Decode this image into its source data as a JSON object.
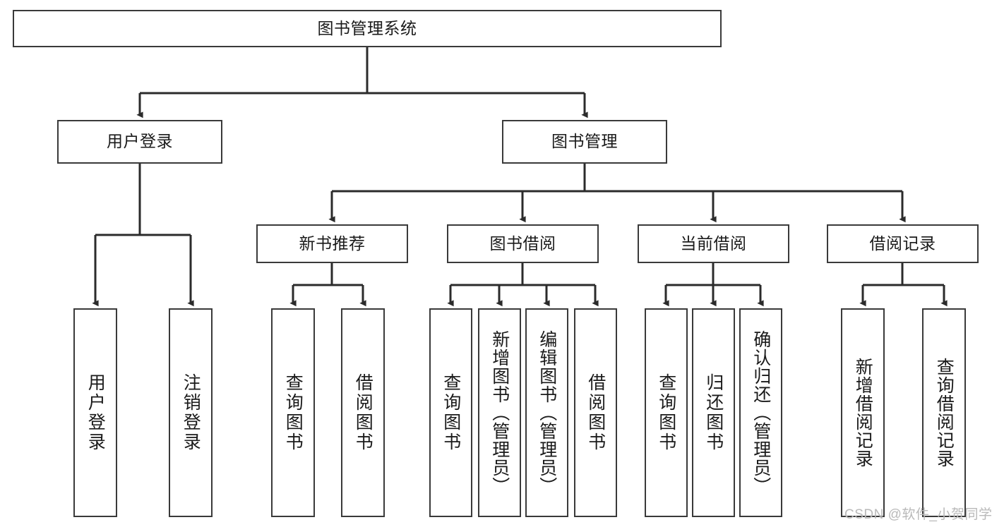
{
  "diagram": {
    "title": "图书管理系统",
    "watermark": "CSDN @软件_小贺同学",
    "colors": {
      "box_stroke": "#3a3a3a",
      "box_fill": "#ffffff",
      "connector": "#2b2b2b",
      "text": "#1a1a1a",
      "watermark": "#b9b9b9"
    },
    "root": {
      "label": "图书管理系统"
    },
    "level1": [
      {
        "label": "用户登录"
      },
      {
        "label": "图书管理"
      }
    ],
    "level2": [
      {
        "label": "新书推荐"
      },
      {
        "label": "图书借阅"
      },
      {
        "label": "当前借阅"
      },
      {
        "label": "借阅记录"
      }
    ],
    "leaves": {
      "user_login": [
        {
          "label": "用户登录"
        },
        {
          "label": "注销登录"
        }
      ],
      "new_book_recommend": [
        {
          "label": "查询图书"
        },
        {
          "label": "借阅图书"
        }
      ],
      "book_borrow": [
        {
          "label": "查询图书"
        },
        {
          "label": "新增图书（管理员）"
        },
        {
          "label": "编辑图书（管理员）"
        },
        {
          "label": "借阅图书"
        }
      ],
      "current_borrow": [
        {
          "label": "查询图书"
        },
        {
          "label": "归还图书"
        },
        {
          "label": "确认归还（管理员）"
        }
      ],
      "borrow_record": [
        {
          "label": "新增借阅记录"
        },
        {
          "label": "查询借阅记录"
        }
      ]
    }
  }
}
